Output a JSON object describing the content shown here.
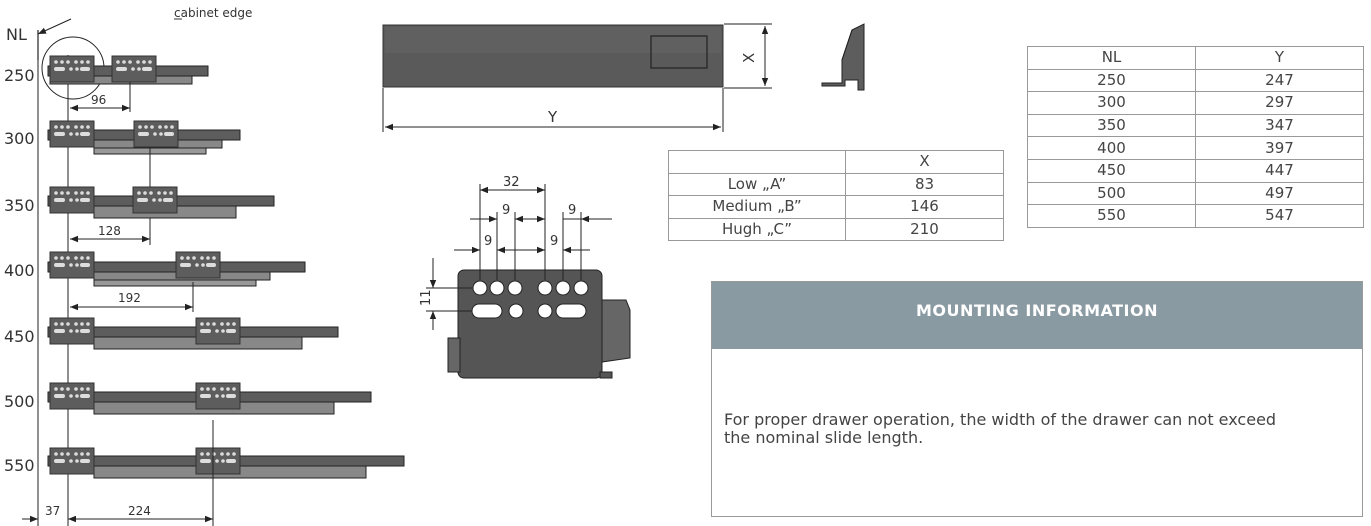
{
  "left_diagram": {
    "nl_label": "NL",
    "cabinet_edge_label": "cabinet edge",
    "nl_values": [
      "250",
      "300",
      "350",
      "400",
      "450",
      "500",
      "550"
    ],
    "dimensions": {
      "d96": "96",
      "d128": "128",
      "d192": "192",
      "d37": "37",
      "d224": "224"
    }
  },
  "drawer_side": {
    "x_label": "X",
    "y_label": "Y"
  },
  "hole_pattern": {
    "d32": "32",
    "d9a": "9",
    "d9b": "9",
    "d9c": "9",
    "d9d": "9",
    "d11": "11"
  },
  "table_x": {
    "header": [
      "",
      "X"
    ],
    "rows": [
      {
        "label": "Low „A”",
        "value": "83"
      },
      {
        "label": "Medium „B”",
        "value": "146"
      },
      {
        "label": "Hugh „C”",
        "value": "210"
      }
    ]
  },
  "table_ny": {
    "header": [
      "NL",
      "Y"
    ],
    "rows": [
      [
        "250",
        "247"
      ],
      [
        "300",
        "297"
      ],
      [
        "350",
        "347"
      ],
      [
        "400",
        "397"
      ],
      [
        "450",
        "447"
      ],
      [
        "500",
        "497"
      ],
      [
        "550",
        "547"
      ]
    ]
  },
  "mounting": {
    "title": "MOUNTING INFORMATION",
    "text": "For proper drawer operation, the width of the drawer can not exceed the nominal slide length."
  }
}
